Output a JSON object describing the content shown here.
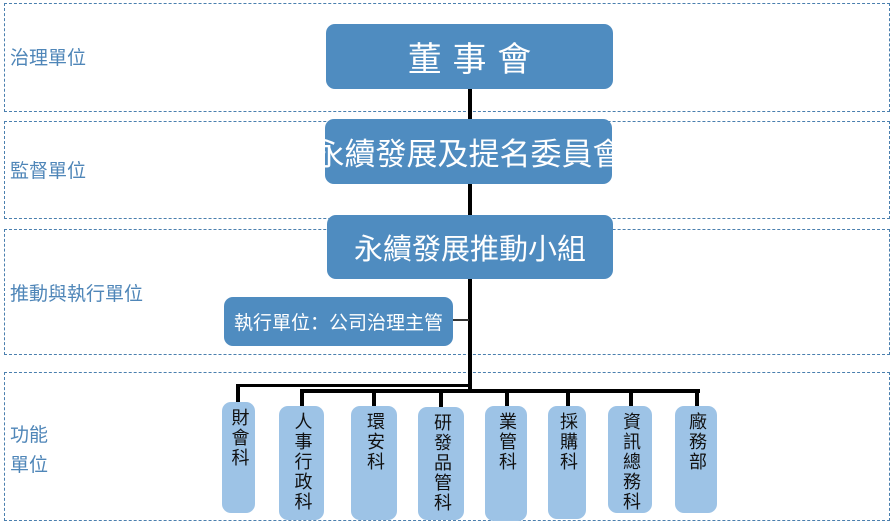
{
  "bands": [
    {
      "label": "治理單位"
    },
    {
      "label": "監督單位"
    },
    {
      "label": "推動與執行單位"
    },
    {
      "label": "功能\n單位",
      "label_line1": "功能",
      "label_line2": "單位"
    }
  ],
  "nodes": {
    "board": "董 事 會",
    "committee": "永續發展及提名委員會",
    "task_force": "永續發展推動小組",
    "executor": "執行單位：公司治理主管"
  },
  "departments": [
    {
      "name": "財會科"
    },
    {
      "name": "人事行政科"
    },
    {
      "name": "環安科"
    },
    {
      "name": "研發品管科"
    },
    {
      "name": "業管科"
    },
    {
      "name": "採購科"
    },
    {
      "name": "資訊總務科"
    },
    {
      "name": "廠務部"
    }
  ],
  "colors": {
    "node_fill": "#4f8cc0",
    "dept_fill": "#9dc3e6",
    "band_border": "#4a7fae",
    "band_label": "#4f86b8"
  }
}
